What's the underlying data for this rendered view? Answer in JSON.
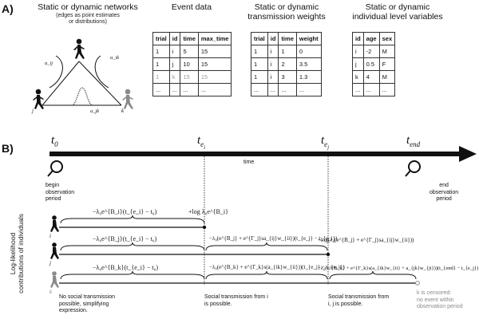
{
  "panelA": {
    "label": "A)",
    "network_title": "Static or dynamic networks",
    "network_sub": "(edges as point estimates\nor distributions)",
    "node_i": "i",
    "node_j": "j",
    "node_k": "k",
    "edge_ij": "a_ij",
    "edge_ik": "a_ik",
    "edge_jk": "a_jk",
    "event_title": "Event data",
    "event_table": {
      "headers": [
        "trial",
        "id",
        "time",
        "max_time"
      ],
      "rows": [
        [
          "1",
          "i",
          "5",
          "15"
        ],
        [
          "1",
          "j",
          "10",
          "15"
        ],
        [
          "1",
          "k",
          "15",
          "15"
        ],
        [
          "...",
          "...",
          "...",
          "..."
        ]
      ]
    },
    "weights_title": "Static or dynamic\ntransmission weights",
    "weights_table": {
      "headers": [
        "trial",
        "id",
        "time",
        "weight"
      ],
      "rows": [
        [
          "1",
          "i",
          "1",
          "0"
        ],
        [
          "1",
          "i",
          "2",
          "3.5"
        ],
        [
          "1",
          "i",
          "3",
          "1.3"
        ],
        [
          "...",
          "...",
          "...",
          "..."
        ]
      ]
    },
    "indiv_title": "Static or dynamic\nindividual level variables",
    "indiv_table": {
      "headers": [
        "id",
        "age",
        "sex"
      ],
      "rows": [
        [
          "i",
          "-2",
          "M"
        ],
        [
          "j",
          "0.5",
          "F"
        ],
        [
          "k",
          "4",
          "M"
        ],
        [
          "...",
          "...",
          "..."
        ]
      ]
    }
  },
  "panelB": {
    "label": "B)",
    "t0": "t",
    "t0_sub": "0",
    "tei": "t",
    "tei_sub": "e",
    "tei_subsub": "i",
    "tej": "t",
    "tej_sub": "e",
    "tej_subsub": "j",
    "tend": "t",
    "tend_sub": "end",
    "axis_label": "time",
    "begin_label": "begin\nobservation\nperiod",
    "end_label": "end\nobservation\nperiod",
    "y_label": "Log-likelihood\ncontributions of individuals",
    "row_i": "i",
    "row_j": "j",
    "row_k": "k",
    "f_i1": "−λ₀e^{B_i}(t_{e_i} − t₀)",
    "f_i2": "+log λ₀e^{B_i}",
    "f_j1": "−λ₀e^{B_j}(t_{e_i} − t₀)",
    "f_j2": "−λ₀(e^{B_j} + e^{Γ_j}sa_{ij}w_{ii})(t_{e_j} − t_{e_i})",
    "f_j3": "+log(λ₀(e^{B_j} + e^{Γ_j}sa_{ij}w_{ii}))",
    "f_k1": "−λ₀e^{B_k}(t_{e_i} − t₀)",
    "f_k2": "−λ₀(e^{B_k} + e^{Γ_k}s(a_{ik}w_{ii}))(t_{e_j} − t_{e_i})",
    "f_k3": "−λ₀(e^{B_k} + e^{Γ_k}s(a_{ik}w_{ii} + a_{jk}w_{ji}))(t_{end} − t_{e_j})",
    "note1": "No social transmission\npossible, simplifying\nexpression.",
    "note2": "Social transmission from i\nis possible.",
    "note3": "Social transmission from\ni, j is possible.",
    "note4": "k is censored:\nno event within\nobservation period"
  },
  "colors": {
    "black": "#111111",
    "gray": "#8a8a8a"
  }
}
